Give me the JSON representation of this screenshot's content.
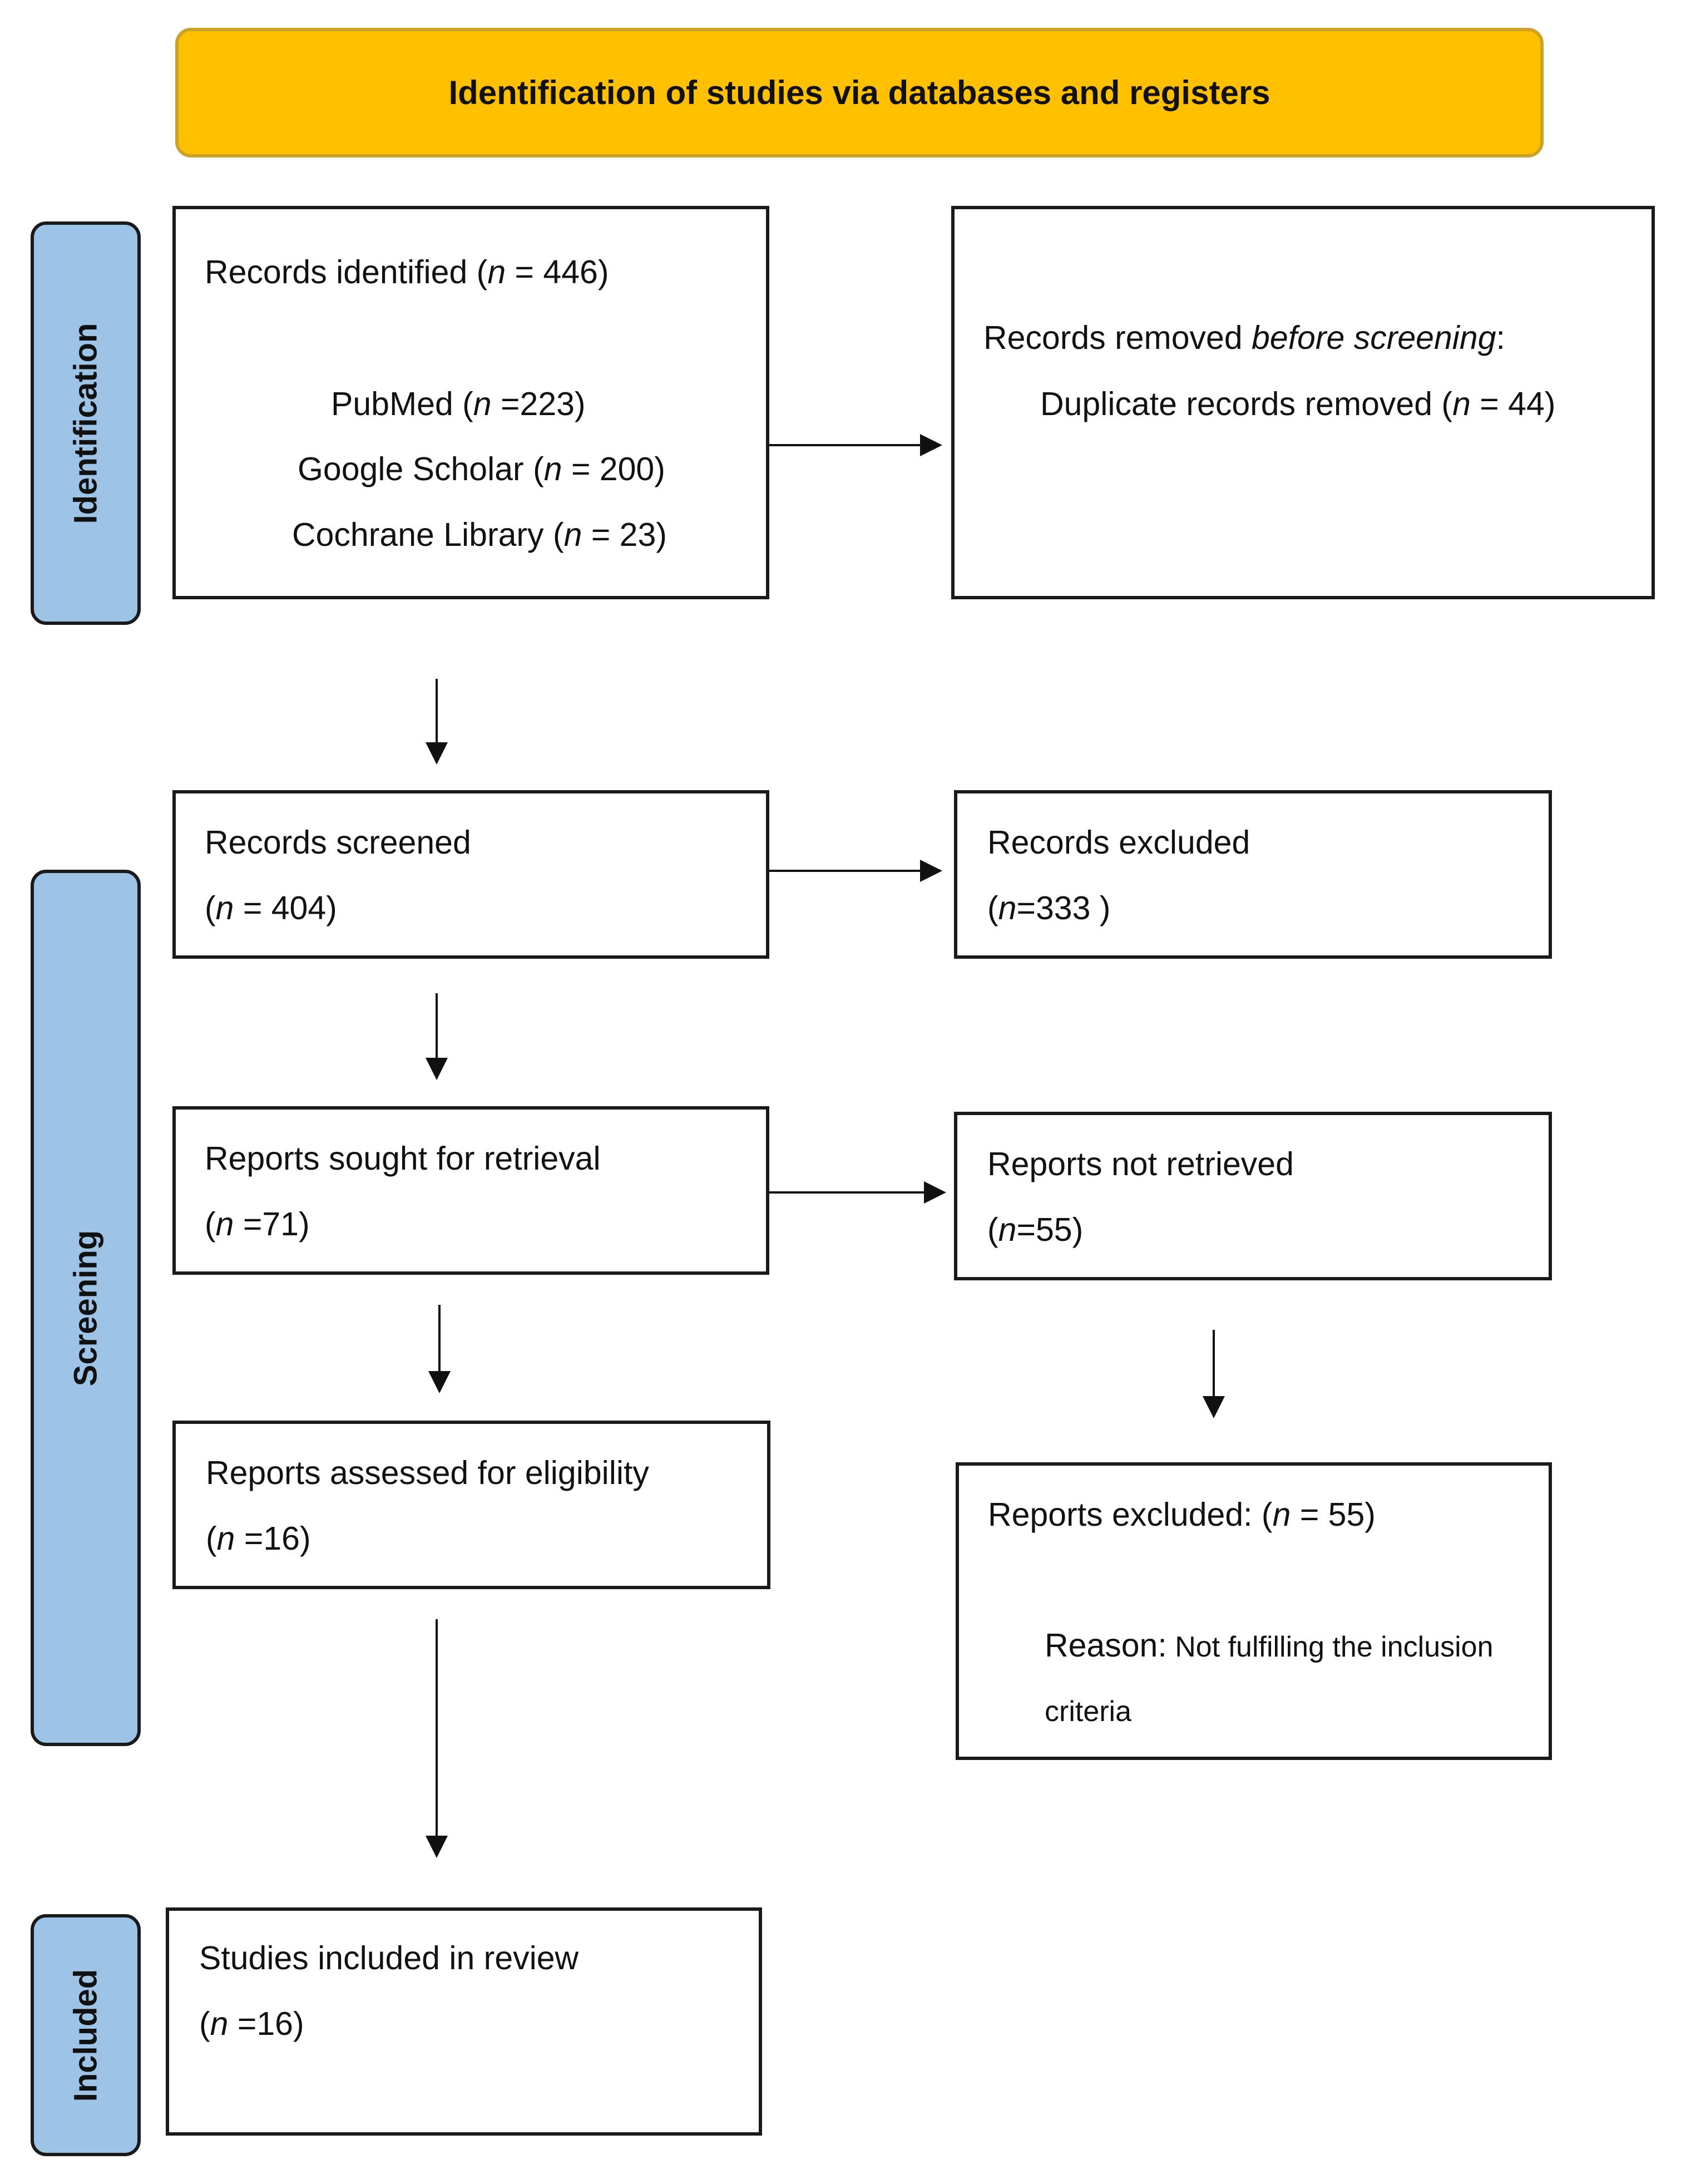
{
  "header": {
    "title": "Identification of studies via databases and registers"
  },
  "phases": {
    "identification": "Identification",
    "screening": "Screening",
    "included": "Included"
  },
  "identified": {
    "title_pre": "Records identified (",
    "n": "n",
    "title_post": " = 446)",
    "pubmed_pre": "PubMed (",
    "pubmed_post": " =223)",
    "scholar_pre": "Google Scholar (",
    "scholar_post": " = 200)",
    "cochrane_pre": "Cochrane Library (",
    "cochrane_post": " = 23)"
  },
  "removed": {
    "title_pre": "Records removed ",
    "title_italic": "before screening",
    "title_post": ":",
    "dup_pre": "Duplicate records removed (",
    "dup_post": " = 44)"
  },
  "screened": {
    "title": "Records screened",
    "count_pre": "(",
    "count_post": " = 404)"
  },
  "excluded": {
    "title": "Records excluded",
    "count_pre": "(",
    "count_post": "=333 )"
  },
  "sought": {
    "title": "Reports sought for retrieval",
    "count_pre": "(",
    "count_post": " =71)"
  },
  "not_retrieved": {
    "title": "Reports not retrieved",
    "count_pre": "(",
    "count_post": "=55)"
  },
  "assessed": {
    "title": "Reports assessed for eligibility",
    "count_pre": "(",
    "count_post": " =16)"
  },
  "reports_excluded": {
    "title_pre": "Reports excluded: (",
    "title_post": " = 55)",
    "reason_label": "Reason:",
    "reason_text_1": " Not fulfilling the inclusion",
    "reason_text_2": "criteria"
  },
  "included": {
    "title": "Studies included in review",
    "count_pre": "(",
    "count_post": " =16)"
  },
  "colors": {
    "header": "#ffc000",
    "phase": "#9dc3e6",
    "border": "#1a1a1a"
  }
}
